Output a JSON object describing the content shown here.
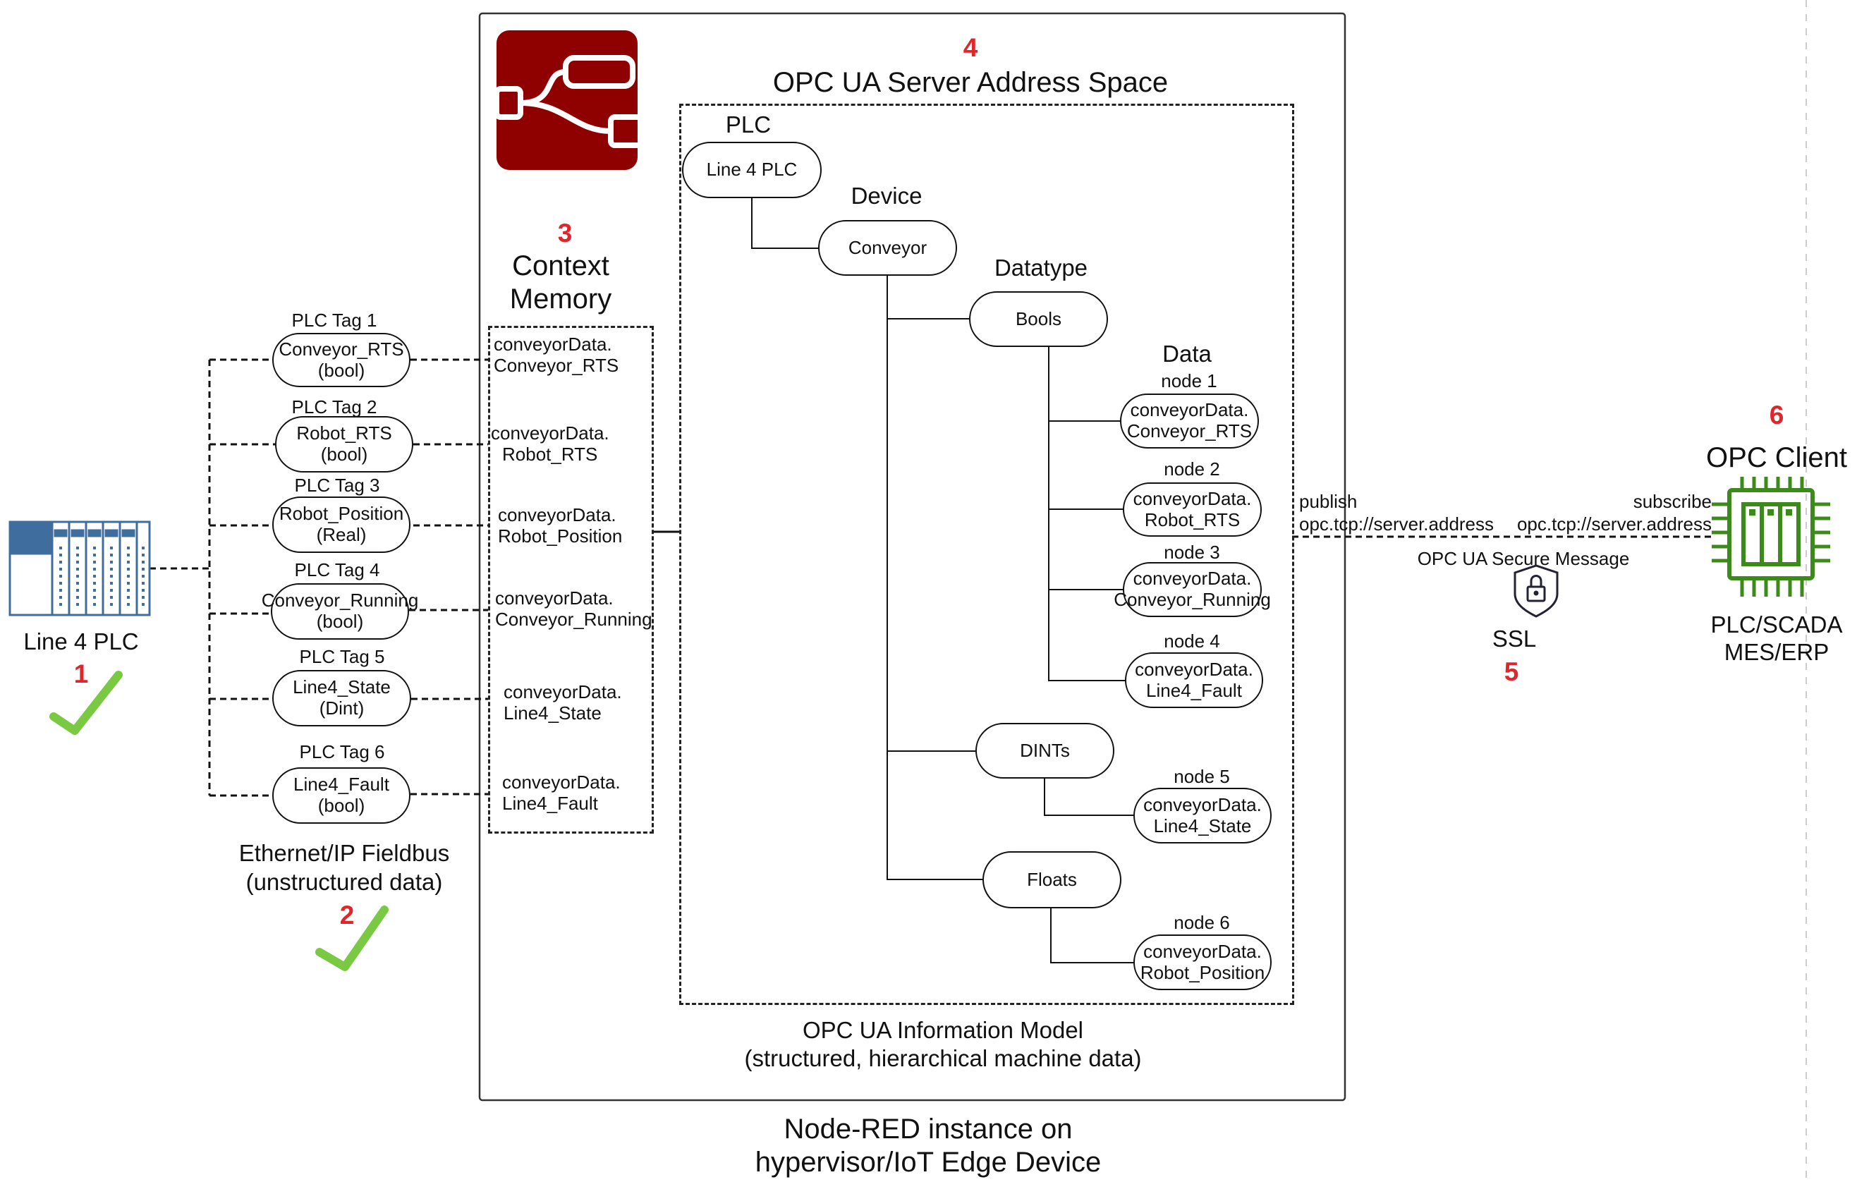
{
  "plc": {
    "label": "Line 4 PLC",
    "step": "1",
    "icon": "plc-rack-icon"
  },
  "fieldbus": {
    "line1": "Ethernet/IP Fieldbus",
    "line2": "(unstructured data)",
    "step": "2"
  },
  "tags": [
    {
      "title": "PLC Tag 1",
      "name": "Conveyor_RTS",
      "type": "(bool)"
    },
    {
      "title": "PLC Tag 2",
      "name": "Robot_RTS",
      "type": "(bool)"
    },
    {
      "title": "PLC Tag 3",
      "name": "Robot_Position",
      "type": "(Real)"
    },
    {
      "title": "PLC Tag 4",
      "name": "Conveyor_Running",
      "type": "(bool)"
    },
    {
      "title": "PLC Tag 5",
      "name": "Line4_State",
      "type": "(Dint)"
    },
    {
      "title": "PLC Tag 6",
      "name": "Line4_Fault",
      "type": "(bool)"
    }
  ],
  "context_memory": {
    "step": "3",
    "title1": "Context",
    "title2": "Memory",
    "entries": [
      {
        "l1": "conveyorData.",
        "l2": "Conveyor_RTS"
      },
      {
        "l1": "conveyorData.",
        "l2": "Robot_RTS"
      },
      {
        "l1": "conveyorData.",
        "l2": "Robot_Position"
      },
      {
        "l1": "conveyorData.",
        "l2": "Conveyor_Running"
      },
      {
        "l1": "conveyorData.",
        "l2": "Line4_State"
      },
      {
        "l1": "conveyorData.",
        "l2": "Line4_Fault"
      }
    ]
  },
  "address_space": {
    "step": "4",
    "title": "OPC UA Server Address Space",
    "plc_heading": "PLC",
    "plc_node": "Line 4 PLC",
    "device_heading": "Device",
    "device_node": "Conveyor",
    "datatype_heading": "Datatype",
    "data_heading": "Data",
    "bools": "Bools",
    "dints": "DINTs",
    "floats": "Floats",
    "nodes": [
      {
        "title": "node 1",
        "l1": "conveyorData.",
        "l2": "Conveyor_RTS"
      },
      {
        "title": "node 2",
        "l1": "conveyorData.",
        "l2": "Robot_RTS"
      },
      {
        "title": "node 3",
        "l1": "conveyorData.",
        "l2": "Conveyor_Running"
      },
      {
        "title": "node 4",
        "l1": "conveyorData.",
        "l2": "Line4_Fault"
      },
      {
        "title": "node 5",
        "l1": "conveyorData.",
        "l2": "Line4_State"
      },
      {
        "title": "node 6",
        "l1": "conveyorData.",
        "l2": "Robot_Position"
      }
    ],
    "model_line1": "OPC UA Information Model",
    "model_line2": "(structured, hierarchical machine data)"
  },
  "nodered": {
    "line1": "Node-RED instance on",
    "line2": "hypervisor/IoT Edge Device",
    "icon": "node-red-logo-icon"
  },
  "link": {
    "publish": "publish",
    "publish_addr": "opc.tcp://server.address",
    "subscribe": "subscribe",
    "subscribe_addr": "opc.tcp://server.address",
    "message": "OPC UA Secure Message",
    "ssl": "SSL",
    "step": "5"
  },
  "client": {
    "step": "6",
    "title": "OPC Client",
    "line1": "PLC/SCADA",
    "line2": "MES/ERP",
    "icon": "processor-chip-icon"
  },
  "colors": {
    "red_accent": "#e0252b",
    "check_green": "#7ac943",
    "plc_blue": "#3f6e9e",
    "chip_green": "#3b8a1a",
    "node_red": "#8f0000"
  }
}
